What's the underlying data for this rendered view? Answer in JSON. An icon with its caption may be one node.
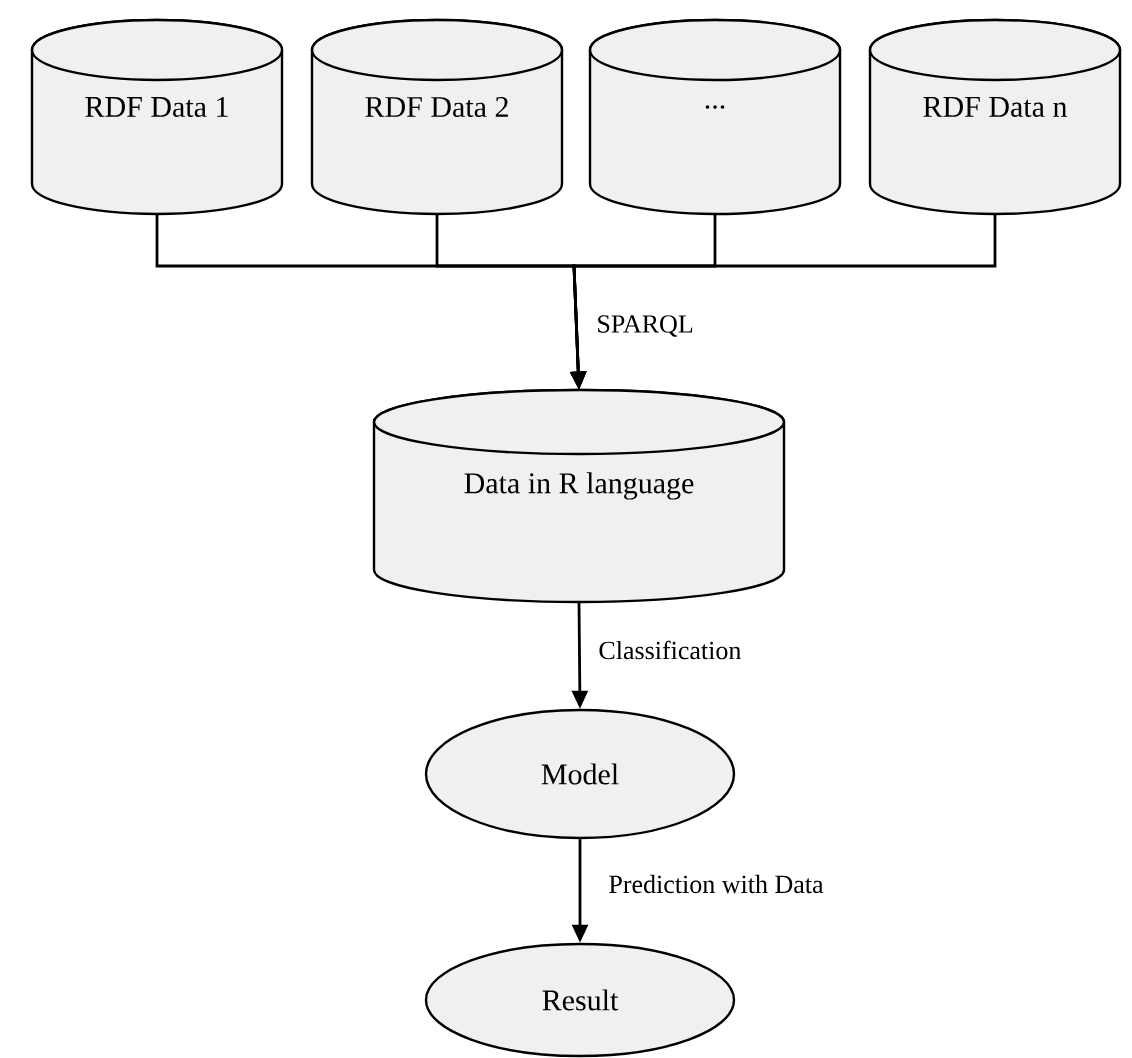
{
  "diagram": {
    "nodes": [
      {
        "text": [
          "RDF Data 1"
        ]
      },
      {
        "text": [
          "RDF Data 2"
        ]
      },
      {
        "text": [
          "..."
        ]
      },
      {
        "text": [
          "RDF Data n"
        ]
      },
      {
        "text": [
          "Data in R language"
        ]
      },
      {
        "text": [
          "Model"
        ]
      },
      {
        "text": [
          "Result"
        ]
      }
    ],
    "edges": [
      {
        "from": 0,
        "to": 4,
        "arrow": "to",
        "label": "SPARQL"
      },
      {
        "from": 1,
        "to": 4,
        "arrow": "to"
      },
      {
        "from": 2,
        "to": 4,
        "arrow": "to"
      },
      {
        "from": 3,
        "to": 4,
        "arrow": "to"
      },
      {
        "from": 4,
        "to": 5,
        "arrow": "to",
        "label": "Classification"
      },
      {
        "from": 5,
        "to": 6,
        "arrow": "to",
        "label": "Prediction with Data"
      }
    ]
  }
}
